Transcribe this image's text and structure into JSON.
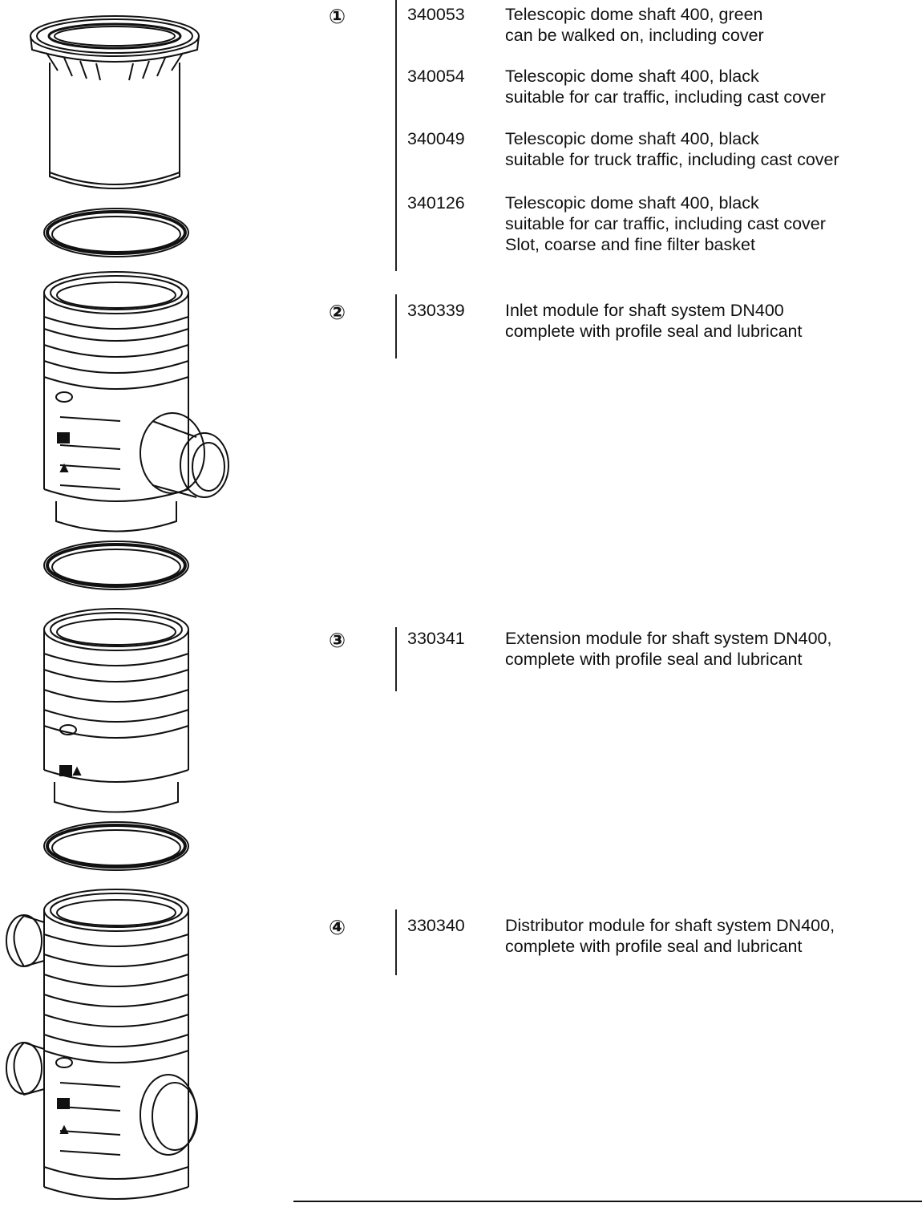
{
  "groups": [
    {
      "marker": "①",
      "items": [
        {
          "code": "340053",
          "lines": [
            "Telescopic dome shaft 400, green",
            "can be walked on, including cover"
          ]
        },
        {
          "code": "340054",
          "lines": [
            "Telescopic dome shaft 400, black",
            "suitable for car traffic, including cast cover"
          ]
        },
        {
          "code": "340049",
          "lines": [
            "Telescopic dome shaft 400, black",
            "suitable for truck traffic, including cast cover"
          ]
        },
        {
          "code": "340126",
          "lines": [
            "Telescopic dome shaft 400, black",
            "suitable for car traffic, including cast cover",
            "Slot, coarse and fine filter basket"
          ]
        }
      ]
    },
    {
      "marker": "②",
      "items": [
        {
          "code": "330339",
          "lines": [
            "Inlet module for shaft system DN400",
            "complete with profile seal and lubricant"
          ]
        }
      ]
    },
    {
      "marker": "③",
      "items": [
        {
          "code": "330341",
          "lines": [
            "Extension module for shaft system DN400,",
            "complete with profile seal and lubricant"
          ]
        }
      ]
    },
    {
      "marker": "④",
      "items": [
        {
          "code": "330340",
          "lines": [
            "Distributor module for shaft system DN400,",
            "complete with profile seal and lubricant"
          ]
        }
      ]
    }
  ]
}
